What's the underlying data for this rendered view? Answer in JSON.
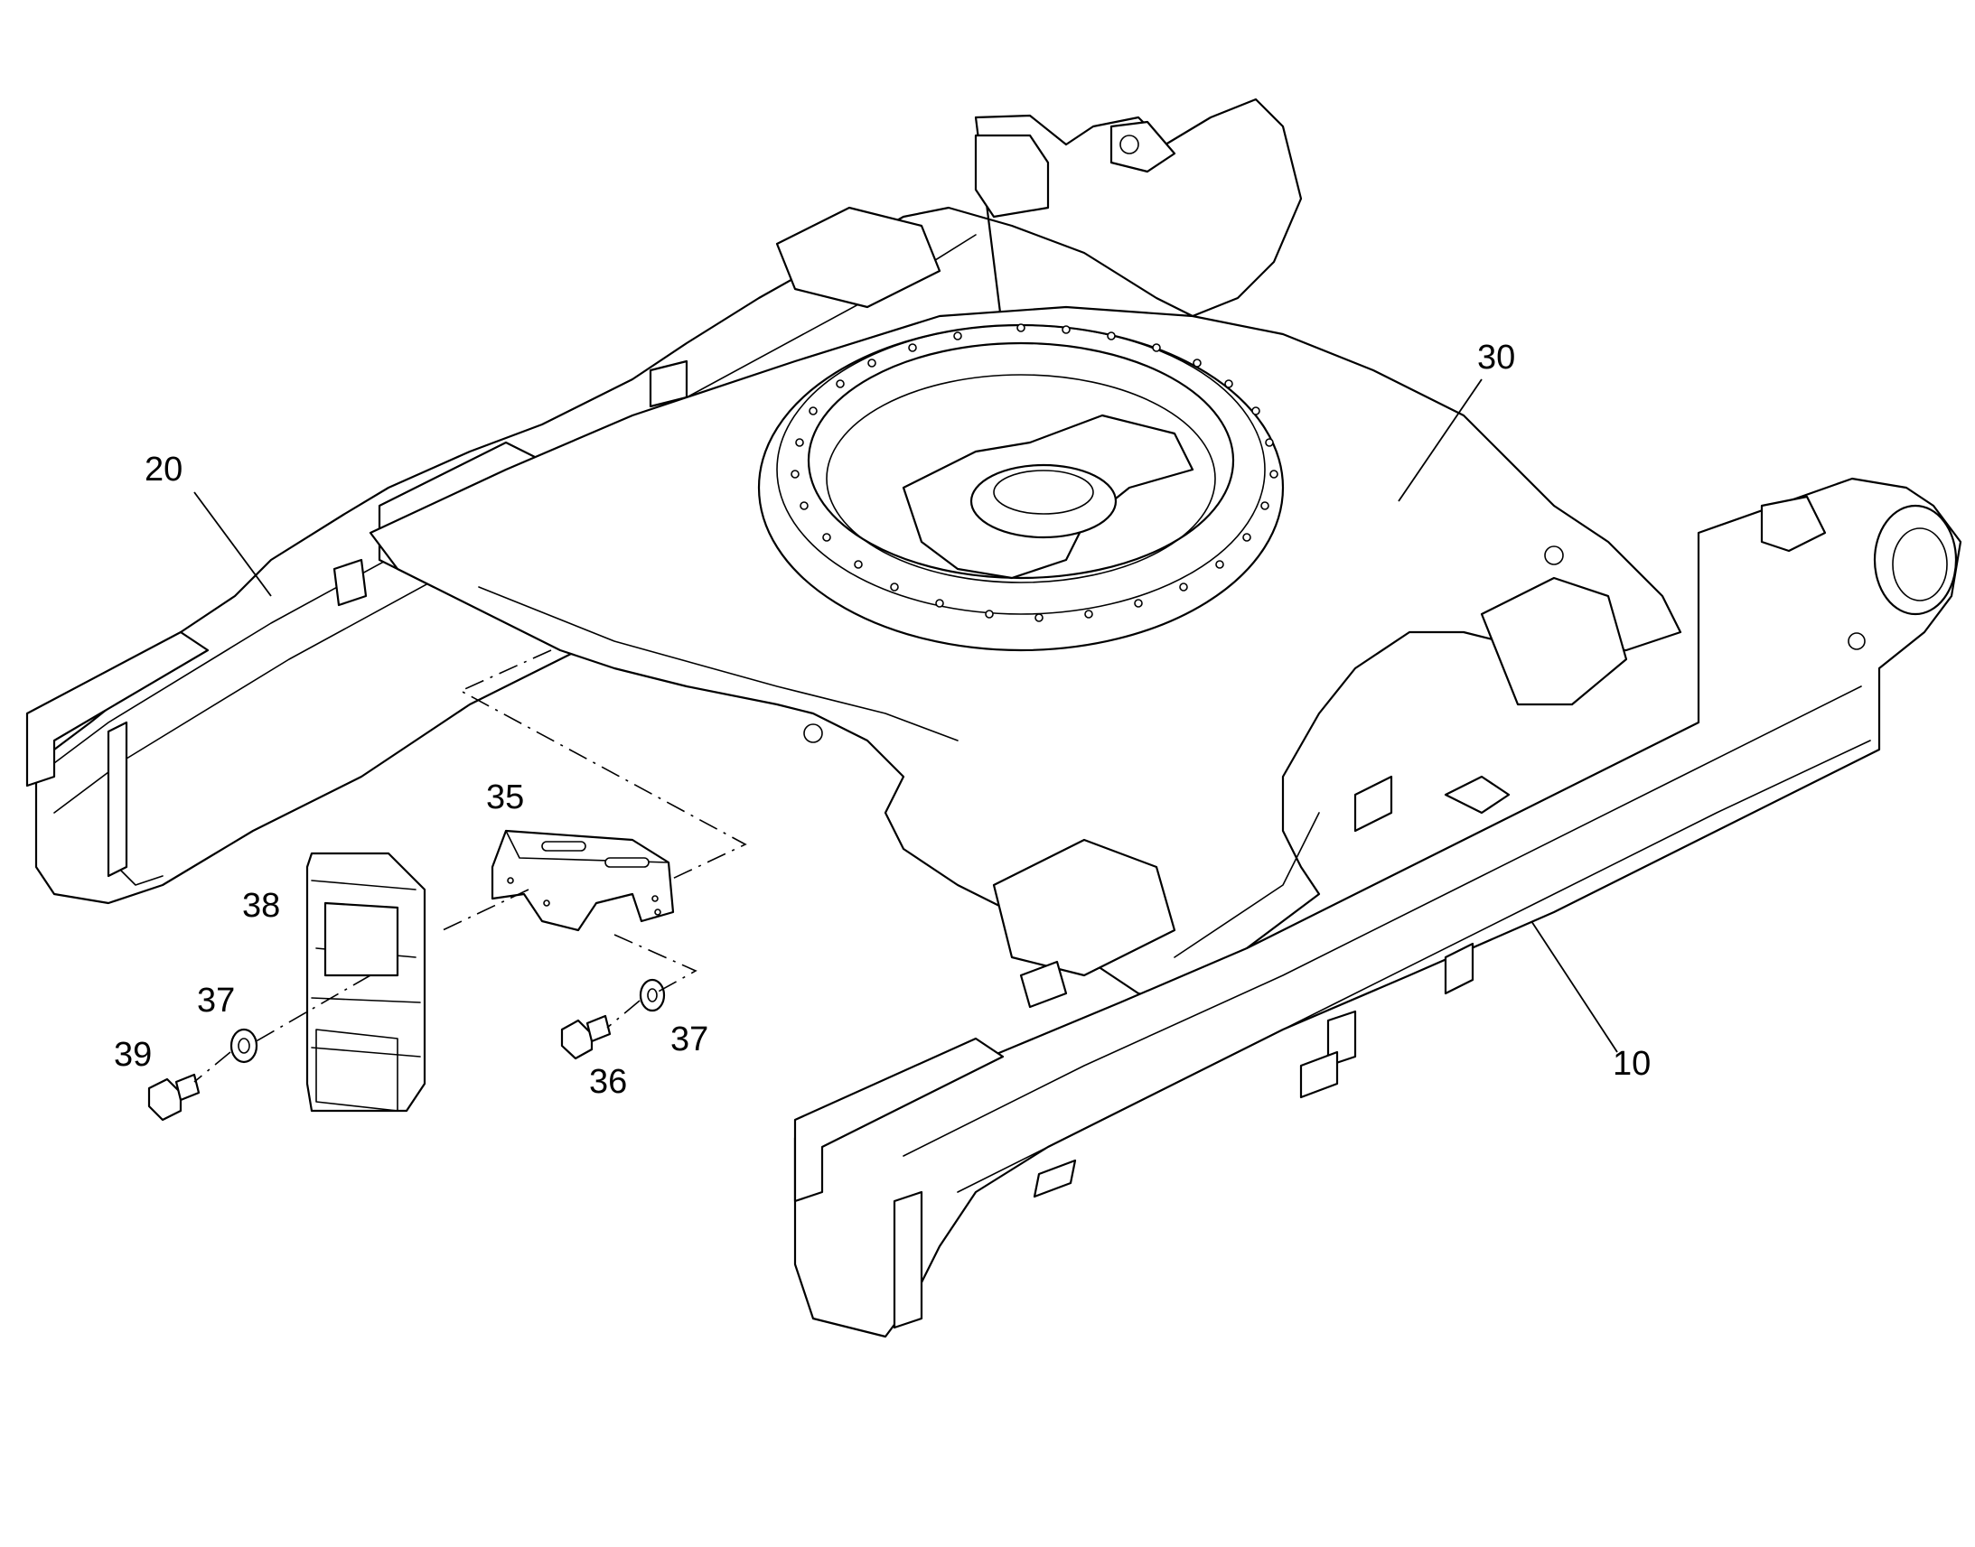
{
  "callouts": {
    "c10": "10",
    "c20": "20",
    "c30": "30",
    "c35": "35",
    "c36": "36",
    "c37a": "37",
    "c37b": "37",
    "c38": "38",
    "c39": "39"
  },
  "colors": {
    "line": "#000000",
    "background": "#ffffff"
  }
}
